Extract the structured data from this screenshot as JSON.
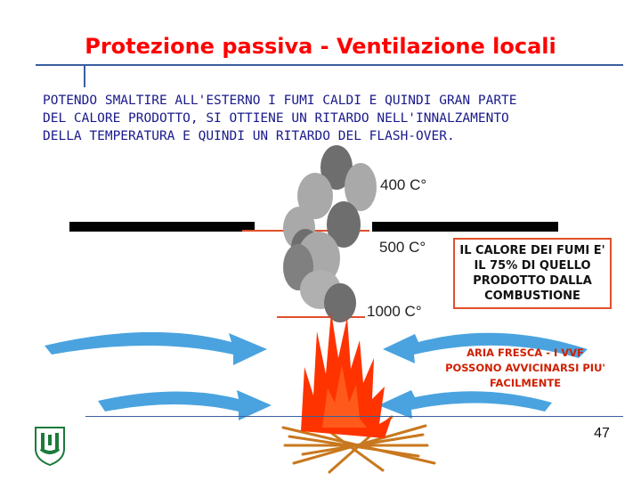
{
  "title": "Protezione passiva - Ventilazione locali",
  "intro_lines": [
    "POTENDO SMALTIRE ALL'ESTERNO I FUMI CALDI E QUINDI GRAN PARTE",
    "DEL CALORE PRODOTTO, SI OTTIENE UN RITARDO NELL'INNALZAMENTO",
    "DELLA TEMPERATURA E QUINDI UN RITARDO DEL FLASH-OVER."
  ],
  "temperatures": [
    "400 C°",
    "500 C°",
    "1000 C°"
  ],
  "heat_box_lines": [
    "IL CALORE DEI FUMI E'",
    "IL 75% DI QUELLO",
    "PRODOTTO DALLA",
    "COMBUSTIONE"
  ],
  "fresh_air_lines": [
    "ARIA FRESCA - I VVF",
    "POSSONO AVVICINARSI PIU'",
    "FACILMENTE"
  ],
  "page_number": "47",
  "colors": {
    "title": "#ff0000",
    "intro_text": "#1a1a8c",
    "rule": "#3a5fa0",
    "flame": "#ff3300",
    "wood": "#c8781e",
    "arrow": "#4aa3df",
    "box_border": "#e0502a",
    "smoke_dark": "#6e6e6e",
    "smoke_light": "#a9a9a9"
  },
  "icons": {
    "logo": "university-shield-logo",
    "flame": "fire-icon",
    "smoke": "smoke-cloud",
    "arrows": "air-flow-arrow"
  }
}
